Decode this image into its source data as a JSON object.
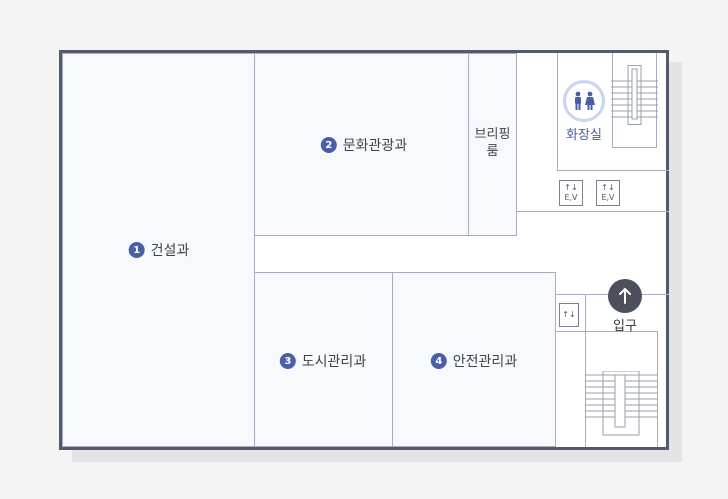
{
  "rooms": {
    "construction": {
      "number": "1",
      "name": "건설과"
    },
    "culture": {
      "number": "2",
      "name": "문화관광과"
    },
    "urban": {
      "number": "3",
      "name": "도시관리과"
    },
    "safety": {
      "number": "4",
      "name": "안전관리과"
    },
    "briefing_line1": "브리핑",
    "briefing_line2": "룸",
    "restroom": "화장실"
  },
  "elevators": {
    "label": "E,V"
  },
  "entrance": {
    "label": "입구"
  },
  "icons": {
    "restroom": "restroom-icon",
    "elevator": "elevator-icon",
    "entrance_arrow": "arrow-up-icon",
    "stairs": "stairs-icon"
  },
  "colors": {
    "wall": "#525b6b",
    "badge": "#4a5fa8",
    "entrance": "#4b505c"
  }
}
